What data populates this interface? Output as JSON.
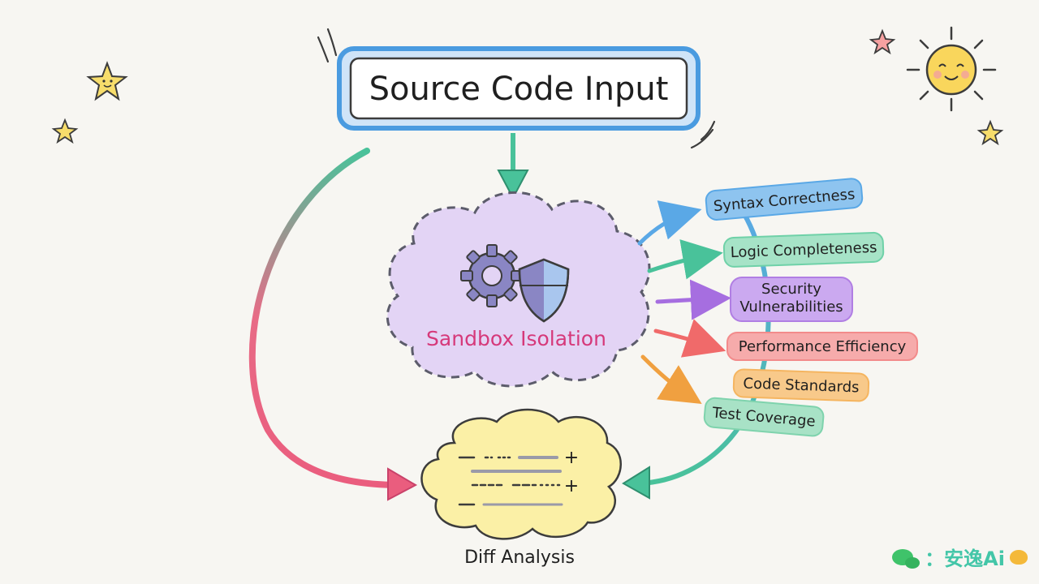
{
  "title": "Source Code Input",
  "sandbox": {
    "label": "Sandbox Isolation",
    "icons": [
      "gear-icon",
      "shield-icon"
    ]
  },
  "checks": [
    {
      "label": "Syntax Correctness",
      "color": "#5aa8e6"
    },
    {
      "label": "Logic Completeness",
      "color": "#6fd1a8"
    },
    {
      "label": "Security\nVulnerabilities",
      "color": "#b07ee3"
    },
    {
      "label": "Performance Efficiency",
      "color": "#f28b8b"
    },
    {
      "label": "Code Standards",
      "color": "#f5b560"
    },
    {
      "label": "Test Coverage",
      "color": "#7fd3ad"
    }
  ],
  "diff": {
    "label": "Diff Analysis",
    "lines": [
      "—",
      "+",
      "+",
      "—"
    ]
  },
  "colors": {
    "title_border": "#4a9be0",
    "sandbox_fill": "#e3d4f5",
    "sandbox_text": "#d6397a",
    "diff_fill": "#fbf0a6",
    "arrow_teal": "#49c29a",
    "arrow_pink": "#ea5d7e"
  },
  "decorations": [
    "star-icon",
    "sun-icon"
  ],
  "watermark": {
    "text": "：安逸Ai"
  }
}
